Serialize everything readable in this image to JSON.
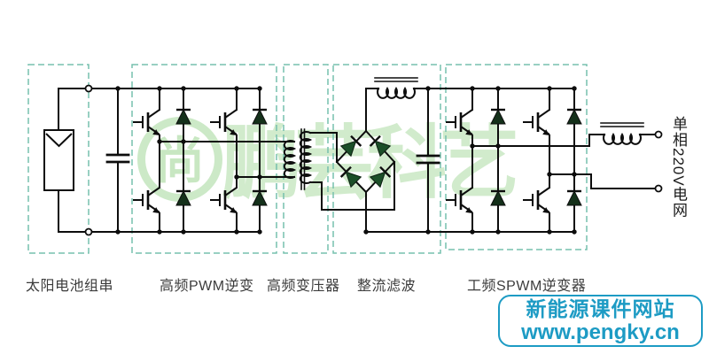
{
  "watermark": {
    "logo_char": "尚",
    "text": "鹏芸科艺"
  },
  "sections": [
    {
      "id": "solar",
      "label": "太阳电池组串"
    },
    {
      "id": "pwm",
      "label": "高频PWM逆变"
    },
    {
      "id": "transformer",
      "label": "高频变压器"
    },
    {
      "id": "rectifier",
      "label": "整流滤波"
    },
    {
      "id": "spwm",
      "label": "工频SPWM逆变器"
    }
  ],
  "grid_label": "单相220V电网",
  "badge": {
    "line1": "新能源课件网站",
    "line2": "www.pengky.cn"
  },
  "colors": {
    "wire": "#0d0d0d",
    "dashed_box": "#76c0ad",
    "badge_blue": "#1d9bc4",
    "watermark_green": "#9ed694",
    "bridge_diode_green": "#1b4f28",
    "freewheel_diode": "#14301a",
    "label_text": "#3c3c3c"
  }
}
